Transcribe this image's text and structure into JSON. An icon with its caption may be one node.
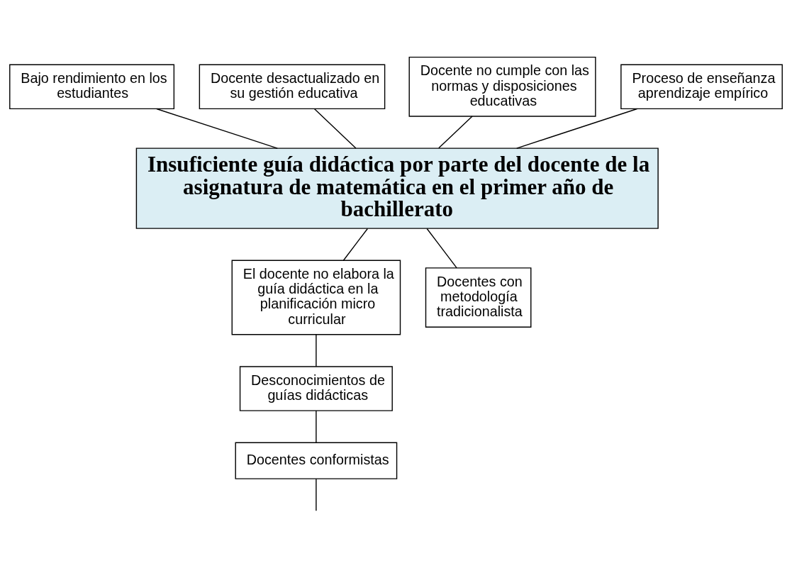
{
  "diagram": {
    "nodes": [
      {
        "text": [
          "Bajo rendimiento en los estudiantes"
        ]
      },
      {
        "text": [
          "Docente desactualizado en su gestión educativa"
        ]
      },
      {
        "text": [
          "Docente no cumple con las normas y disposiciones educativas"
        ]
      },
      {
        "text": [
          "Proceso de enseñanza aprendizaje empírico"
        ]
      },
      {
        "text": [
          "Insuficiente guía didáctica por parte del docente de la asignatura de matemática en el primer año de bachillerato"
        ]
      },
      {
        "text": [
          "El docente no elabora la guía didáctica en la planificación micro curricular"
        ]
      },
      {
        "text": [
          "Docentes con metodología tradicionalista"
        ]
      },
      {
        "text": [
          "Desconocimientos de guías didácticas"
        ]
      },
      {
        "text": [
          "Docentes conformistas"
        ]
      }
    ],
    "edges": [
      {
        "from": 1,
        "to": 4,
        "arrow": "none"
      },
      {
        "from": 0,
        "to": 4,
        "arrow": "none"
      },
      {
        "from": 2,
        "to": 4,
        "arrow": "none"
      },
      {
        "from": 3,
        "to": 4,
        "arrow": "none"
      },
      {
        "from": 4,
        "to": 5,
        "arrow": "none"
      },
      {
        "from": 4,
        "to": 6,
        "arrow": "none"
      },
      {
        "from": 5,
        "to": 7,
        "arrow": "none"
      },
      {
        "from": 7,
        "to": 8,
        "arrow": "none"
      },
      {
        "from": 8,
        "to": null,
        "arrow": "none"
      }
    ]
  }
}
